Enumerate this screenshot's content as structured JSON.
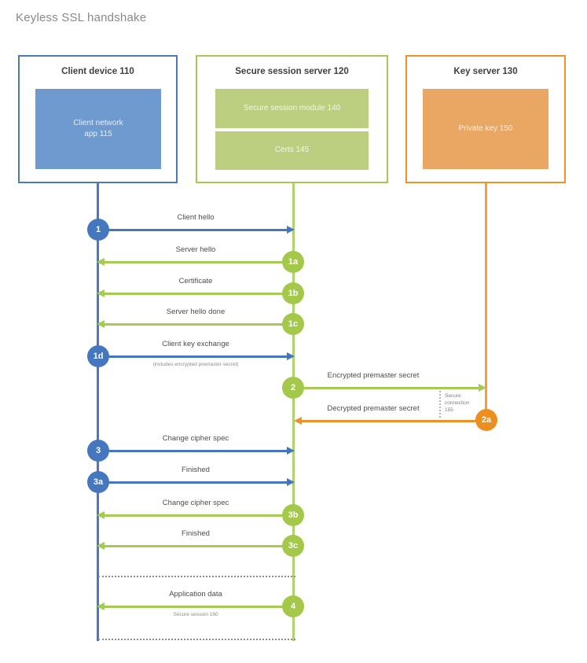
{
  "title": "Keyless SSL handshake",
  "colors": {
    "blue": "#4577be",
    "blue_fill": "#6f9ad0",
    "green_border": "#a5c952",
    "green_circle": "#a4c84a",
    "green_fill": "#bccf81",
    "green_lifeline": "#b0d26f",
    "orange": "#ec8f21",
    "orange_fill": "#e9a763",
    "orange_lifeline": "#f2a139"
  },
  "actors": [
    {
      "title": "Client device 110",
      "components": [
        "Client network app 115"
      ]
    },
    {
      "title": "Secure session server 120",
      "components": [
        "Secure session module 140",
        "Certs 145"
      ]
    },
    {
      "title": "Key server 130",
      "components": [
        "Private key 150"
      ]
    }
  ],
  "messages": [
    {
      "id": "1",
      "label": "Client hello",
      "direction": "right",
      "color": "blue",
      "from": "client",
      "to": "server"
    },
    {
      "id": "1a",
      "label": "Server hello",
      "direction": "left",
      "color": "green",
      "from": "server",
      "to": "client"
    },
    {
      "id": "1b",
      "label": "Certificate",
      "direction": "left",
      "color": "green",
      "from": "server",
      "to": "client"
    },
    {
      "id": "1c",
      "label": "Server hello done",
      "direction": "left",
      "color": "green",
      "from": "server",
      "to": "client"
    },
    {
      "id": "1d",
      "label": "Client key exchange",
      "sublabel": "(includes encrypted premaster secret)",
      "direction": "right",
      "color": "blue",
      "from": "client",
      "to": "server"
    },
    {
      "id": "2",
      "label": "Encrypted premaster secret",
      "direction": "right",
      "color": "green",
      "from": "server",
      "to": "key"
    },
    {
      "id": "2a",
      "label": "Decrypted premaster secret",
      "direction": "left",
      "color": "orange",
      "from": "key",
      "to": "server"
    },
    {
      "id": "3",
      "label": "Change cipher spec",
      "direction": "right",
      "color": "blue",
      "from": "client",
      "to": "server"
    },
    {
      "id": "3a",
      "label": "Finished",
      "direction": "right",
      "color": "blue",
      "from": "client",
      "to": "server"
    },
    {
      "id": "3b",
      "label": "Change cipher spec",
      "direction": "left",
      "color": "green",
      "from": "server",
      "to": "client"
    },
    {
      "id": "3c",
      "label": "Finished",
      "direction": "left",
      "color": "green",
      "from": "server",
      "to": "client"
    },
    {
      "id": "4",
      "label": "Application data",
      "sublabel": "Secure session 160",
      "direction": "left",
      "color": "green",
      "from": "server",
      "to": "client"
    }
  ],
  "annotations": {
    "secure_connection": "Secure connection 155"
  }
}
